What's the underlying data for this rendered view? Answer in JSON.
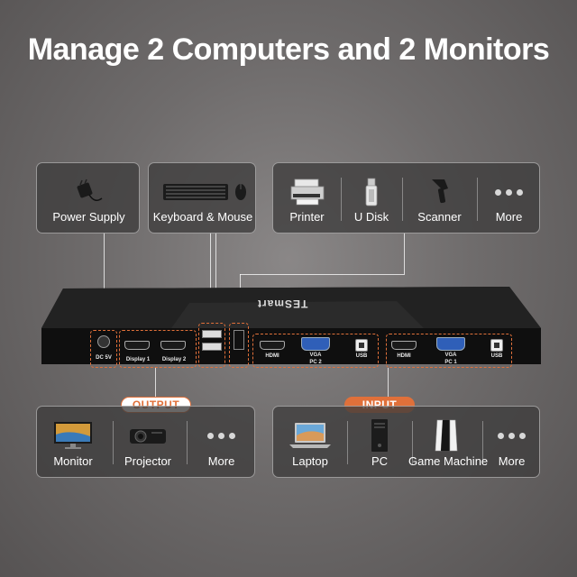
{
  "headline": "Manage 2 Computers and 2 Monitors",
  "top_cards": {
    "power": {
      "label": "Power Supply",
      "icon": "power-adapter-icon"
    },
    "keyboard_mouse": {
      "label": "Keyboard & Mouse",
      "icon": "keyboard-mouse-icon"
    },
    "peripherals": [
      {
        "label": "Printer",
        "icon": "printer-icon"
      },
      {
        "label": "U Disk",
        "icon": "usb-drive-icon"
      },
      {
        "label": "Scanner",
        "icon": "barcode-scanner-icon"
      },
      {
        "label": "More",
        "icon": "more-dots-icon"
      }
    ]
  },
  "device": {
    "brand": "TESmart",
    "ports": {
      "dc": "DC 5V",
      "display1": "Display 1",
      "display2": "Display 2",
      "hdmi": "HDMI",
      "vga": "VGA",
      "usb": "USB",
      "pc2": "PC 2",
      "pc1": "PC 1"
    }
  },
  "badges": {
    "output": "OUTPUT",
    "input": "INPUT"
  },
  "bottom_cards": {
    "output": [
      {
        "label": "Monitor",
        "icon": "monitor-icon"
      },
      {
        "label": "Projector",
        "icon": "projector-icon"
      },
      {
        "label": "More",
        "icon": "more-dots-icon"
      }
    ],
    "input": [
      {
        "label": "Laptop",
        "icon": "laptop-icon"
      },
      {
        "label": "PC",
        "icon": "pc-tower-icon"
      },
      {
        "label": "Game Machine",
        "icon": "game-console-icon"
      },
      {
        "label": "More",
        "icon": "more-dots-icon"
      }
    ]
  },
  "colors": {
    "accent_orange": "#e0703a",
    "output_badge_bg": "#ffffff",
    "input_badge_bg": "#e0703a"
  }
}
